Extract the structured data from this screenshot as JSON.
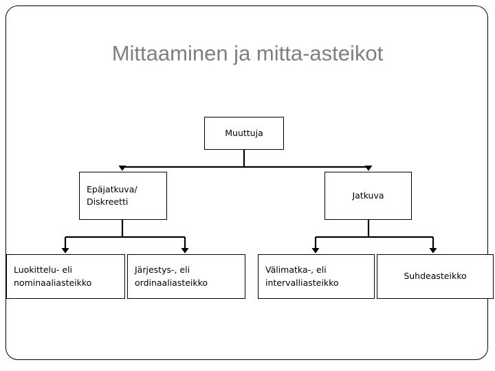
{
  "slide": {
    "title": "Mittaaminen ja mitta-asteikot",
    "title_color": "#7f7f7f",
    "background_color": "#ffffff",
    "border_color": "#000000"
  },
  "diagram": {
    "type": "hierarchy-tree",
    "node_border_color": "#000000",
    "node_fill_color": "#ffffff",
    "connector_color": "#000000",
    "levels": [
      {
        "level": 1,
        "nodes": [
          {
            "id": "muuttuja",
            "label": "Muuttuja",
            "align": "center"
          }
        ]
      },
      {
        "level": 2,
        "nodes": [
          {
            "id": "epajatkuva",
            "label": "Epäjatkuva/\nDiskreetti",
            "align": "left"
          },
          {
            "id": "jatkuva",
            "label": "Jatkuva",
            "align": "center"
          }
        ]
      },
      {
        "level": 3,
        "nodes": [
          {
            "id": "nominaali",
            "label": "Luokittelu- eli\nnominaaliasteikko",
            "align": "left"
          },
          {
            "id": "ordinaali",
            "label": "Järjestys-, eli\nordinaaliasteikko",
            "align": "left"
          },
          {
            "id": "intervalli",
            "label": "Välimatka-, eli\nintervalliasteikko",
            "align": "left"
          },
          {
            "id": "suhde",
            "label": "Suhdeasteikko",
            "align": "center"
          }
        ]
      }
    ],
    "edges": [
      {
        "from": "muuttuja",
        "to": "epajatkuva"
      },
      {
        "from": "muuttuja",
        "to": "jatkuva"
      },
      {
        "from": "epajatkuva",
        "to": "nominaali"
      },
      {
        "from": "epajatkuva",
        "to": "ordinaali"
      },
      {
        "from": "jatkuva",
        "to": "intervalli"
      },
      {
        "from": "jatkuva",
        "to": "suhde"
      }
    ]
  }
}
